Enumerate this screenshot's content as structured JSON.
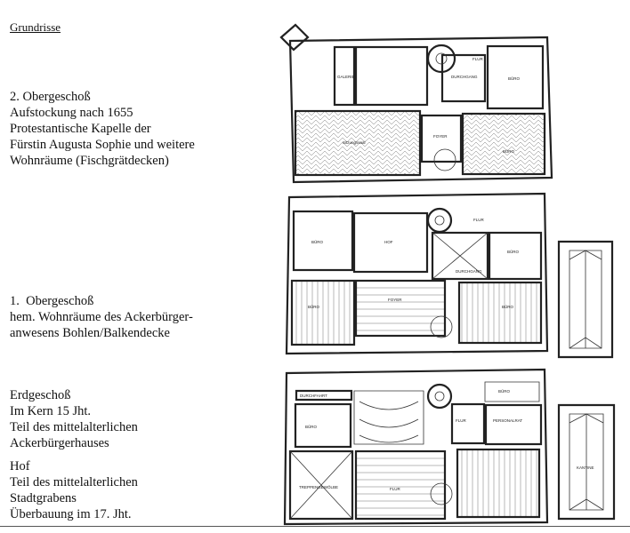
{
  "heading": "Grundrisse",
  "floors": [
    {
      "lines": [
        "2. Obergeschoß",
        "Aufstockung nach 1655",
        "Protestantische Kapelle der",
        "Fürstin Augusta Sophie und weitere",
        "Wohnräume (Fischgrätdecken)"
      ],
      "rooms": [
        "GALERIE",
        "FLUR",
        "DURCHGANG",
        "BÜRO",
        "Sitzungssaal",
        "FOYER",
        "BÜRO"
      ]
    },
    {
      "lines": [
        "1.  Obergeschoß",
        "hem. Wohnräume des Ackerbürger-",
        "anwesens Bohlen/Balkendecke"
      ],
      "rooms": [
        "BÜRO",
        "HOF",
        "FLUR",
        "DURCHGANG",
        "BÜRO",
        "BÜRO",
        "FOYER",
        "BÜRO"
      ]
    },
    {
      "lines": [
        "Erdgeschoß",
        "Im Kern 15 Jht.",
        "Teil des mittelalterlichen",
        "Ackerbürgerhauses"
      ],
      "lines2": [
        "Hof",
        "Teil des mittelalterlichen",
        "Stadtgrabens",
        "Überbauung im 17. Jht."
      ],
      "rooms": [
        "DURCHFAHRT",
        "BÜRO",
        "FLUR",
        "PERSONALRAT",
        "BÜRO",
        "TREPPENGEWÖLBE",
        "FLUR",
        "KANTINE"
      ]
    }
  ]
}
